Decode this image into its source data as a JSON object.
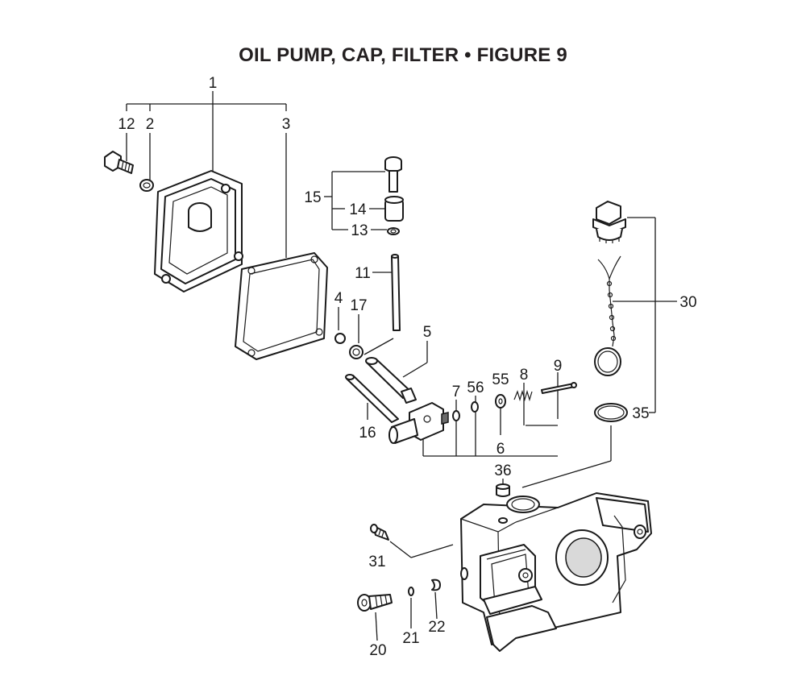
{
  "title": "OIL PUMP, CAP, FILTER  •  FIGURE 9",
  "callouts": {
    "c1": "1",
    "c12": "12",
    "c2": "2",
    "c3": "3",
    "c15": "15",
    "c14": "14",
    "c13": "13",
    "c11": "11",
    "c4": "4",
    "c17": "17",
    "c5": "5",
    "c16": "16",
    "c7": "7",
    "c56": "56",
    "c55": "55",
    "c8": "8",
    "c9": "9",
    "c6": "6",
    "c30": "30",
    "c35": "35",
    "c36": "36",
    "c31": "31",
    "c20": "20",
    "c21": "21",
    "c22": "22"
  }
}
